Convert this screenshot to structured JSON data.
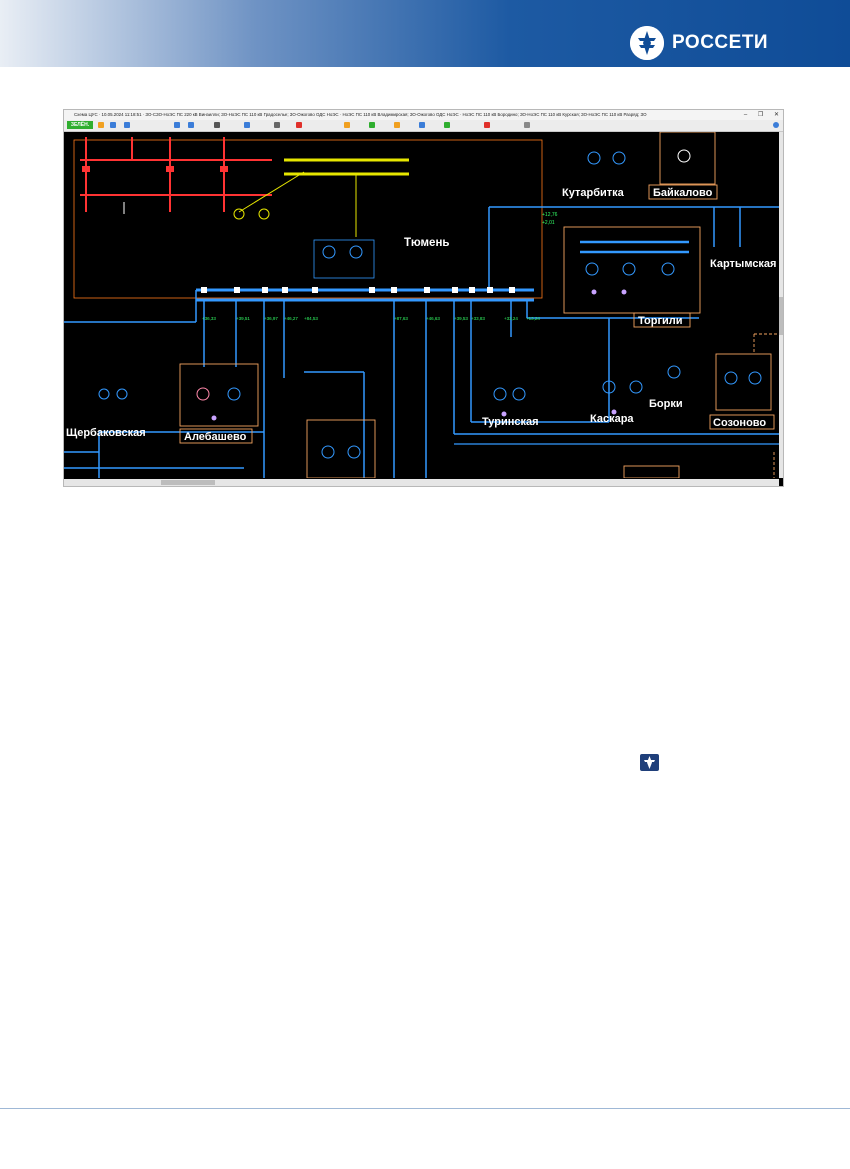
{
  "header": {
    "logo_text": "РОССЕТИ",
    "brand_color": "#0f4c97"
  },
  "window": {
    "title": "Схема ЦУС · 10.05.2024 11:18:51 · ЗО-СЗО-НоЭС ПС 220 кВ Винзилли; ЗО-НоЭС ПС 110 кВ Градоселье; ЗО-Ожогово ОДС НоЭС · НоЭС ПС 110 кВ Владимирская; ЗО-Ожогово ОДС НоЭС · НоЭС ПС 110 кВ Бородино; ЗО-НоЭС ПС 110 кВ Курская; ЗО-НоЭС ПС 110 кВ Разряд; ЗО",
    "controls": [
      "–",
      "❐",
      "✕"
    ],
    "mode_label": "ЗЕЛЁН."
  },
  "substations": [
    {
      "name": "Тюмень",
      "boxed": false
    },
    {
      "name": "Кутарбитка",
      "boxed": false
    },
    {
      "name": "Байкалово",
      "boxed": true
    },
    {
      "name": "Картымская",
      "boxed": false
    },
    {
      "name": "Торгили",
      "boxed": true
    },
    {
      "name": "Щербаковская",
      "boxed": false
    },
    {
      "name": "Алебашево",
      "boxed": true
    },
    {
      "name": "Туринская",
      "boxed": false
    },
    {
      "name": "Каскара",
      "boxed": false
    },
    {
      "name": "Борки",
      "boxed": false
    },
    {
      "name": "Созоново",
      "boxed": true
    }
  ],
  "measurements": {
    "top": [
      "+12,76",
      "+2,01"
    ],
    "feeders": [
      "+36,33",
      "+39,51",
      "+36,97",
      "+46,27",
      "+84,53",
      "+87,63",
      "+46,63",
      "+39,53",
      "+33,83",
      "+33,24",
      "+13,24"
    ]
  },
  "colors": {
    "line_110": "#3399ff",
    "line_220": "#ff3333",
    "line_35": "#e6e600",
    "breaker": "#c9a3ff",
    "box_frame": "#f4a460"
  }
}
